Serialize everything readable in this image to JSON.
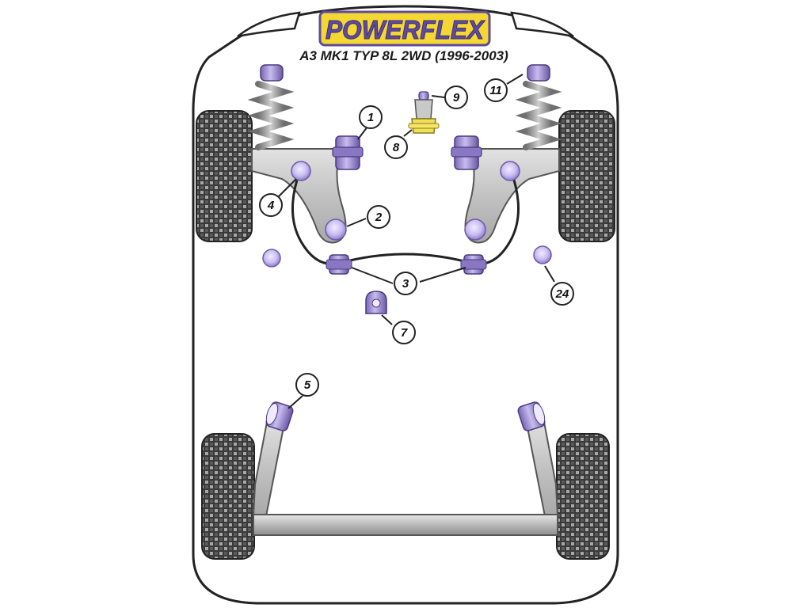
{
  "brand": {
    "logo_text": "POWERFLEX",
    "subtitle": "A3 MK1 TYP 8L 2WD (1996-2003)"
  },
  "callouts": [
    {
      "id": "1",
      "label": "1"
    },
    {
      "id": "2",
      "label": "2"
    },
    {
      "id": "3",
      "label": "3"
    },
    {
      "id": "4",
      "label": "4"
    },
    {
      "id": "5",
      "label": "5"
    },
    {
      "id": "7",
      "label": "7"
    },
    {
      "id": "8",
      "label": "8"
    },
    {
      "id": "9",
      "label": "9"
    },
    {
      "id": "11",
      "label": "11"
    },
    {
      "id": "24",
      "label": "24"
    }
  ],
  "colors": {
    "bushing_purple": "#a99ad6",
    "bushing_purple_dark": "#6e5aa6",
    "bushing_light": "#ded5f3",
    "arm_grey": "#c4c4c4",
    "spring_grey": "#8f8f8f",
    "tyre_dark": "#3c3c3c",
    "logo_yellow": "#f5d731",
    "logo_purple": "#5e4aa0",
    "yellow_part": "#efe05a"
  }
}
